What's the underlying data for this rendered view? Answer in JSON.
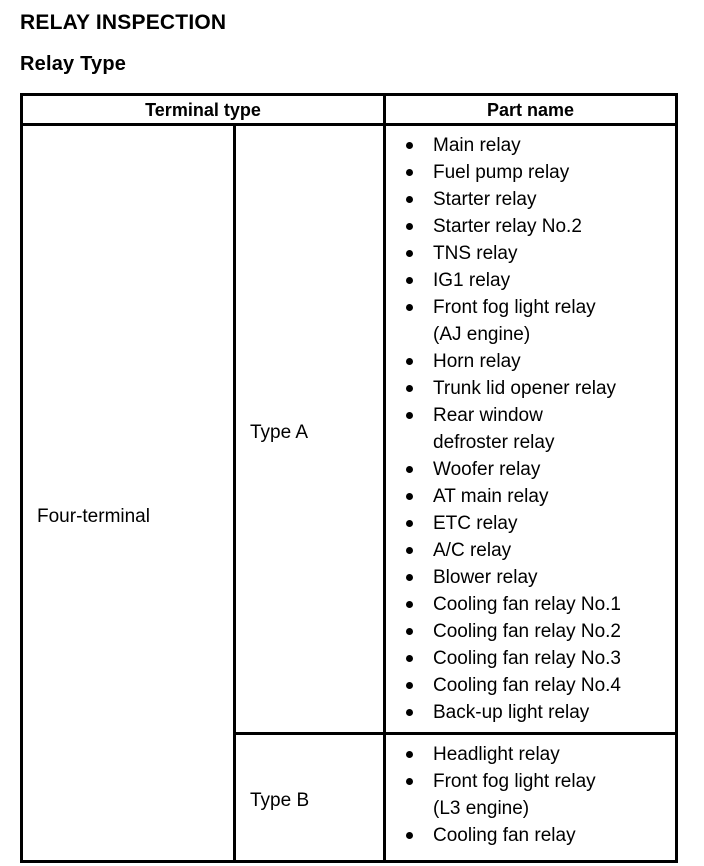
{
  "document": {
    "title": "RELAY INSPECTION",
    "subtitle": "Relay Type"
  },
  "table": {
    "headers": {
      "terminal_type": "Terminal type",
      "part_name": "Part name"
    },
    "terminal_type_label": "Four-terminal",
    "rows": [
      {
        "type_label": "Type A",
        "parts": [
          {
            "text": "Main relay",
            "continuation": false
          },
          {
            "text": "Fuel pump relay",
            "continuation": false
          },
          {
            "text": "Starter relay",
            "continuation": false
          },
          {
            "text": "Starter relay No.2",
            "continuation": false
          },
          {
            "text": "TNS relay",
            "continuation": false
          },
          {
            "text": "IG1 relay",
            "continuation": false
          },
          {
            "text": "Front fog light relay",
            "continuation": false
          },
          {
            "text": "(AJ engine)",
            "continuation": true
          },
          {
            "text": "Horn relay",
            "continuation": false
          },
          {
            "text": "Trunk lid opener relay",
            "continuation": false
          },
          {
            "text": "Rear window",
            "continuation": false
          },
          {
            "text": "defroster relay",
            "continuation": true
          },
          {
            "text": "Woofer relay",
            "continuation": false
          },
          {
            "text": "AT main relay",
            "continuation": false
          },
          {
            "text": "ETC relay",
            "continuation": false
          },
          {
            "text": "A/C relay",
            "continuation": false
          },
          {
            "text": "Blower relay",
            "continuation": false
          },
          {
            "text": "Cooling fan relay No.1",
            "continuation": false
          },
          {
            "text": "Cooling fan relay No.2",
            "continuation": false
          },
          {
            "text": "Cooling fan relay No.3",
            "continuation": false
          },
          {
            "text": "Cooling fan relay No.4",
            "continuation": false
          },
          {
            "text": "Back-up light relay",
            "continuation": false
          }
        ]
      },
      {
        "type_label": "Type B",
        "parts": [
          {
            "text": "Headlight relay",
            "continuation": false
          },
          {
            "text": "Front fog light relay",
            "continuation": false
          },
          {
            "text": "(L3 engine)",
            "continuation": true
          },
          {
            "text": "Cooling fan relay",
            "continuation": false
          }
        ]
      }
    ]
  },
  "colors": {
    "ink": "#000000",
    "paper": "#ffffff"
  }
}
